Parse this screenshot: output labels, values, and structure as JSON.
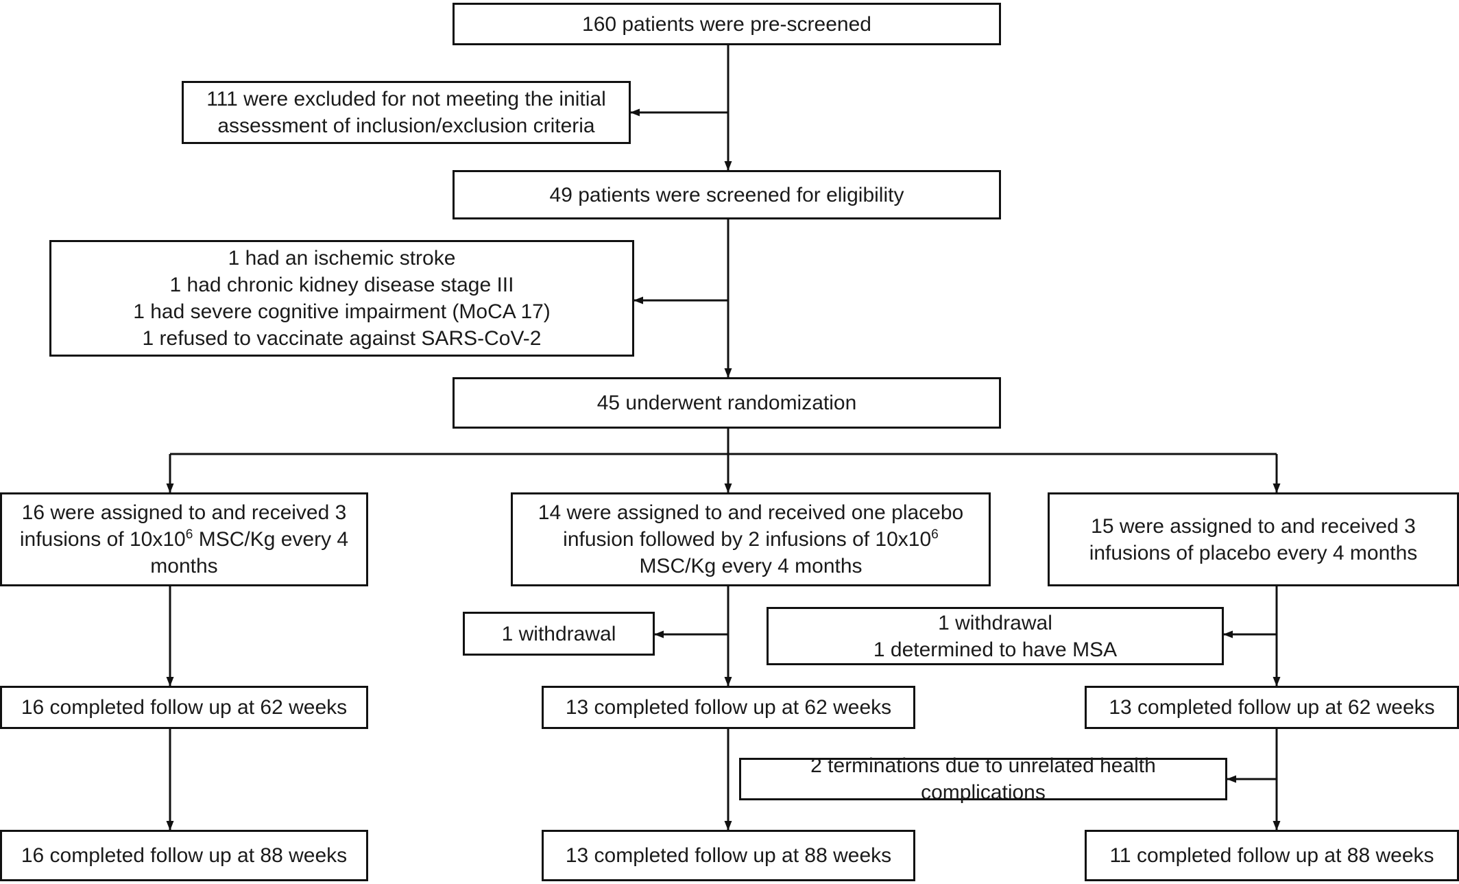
{
  "diagram": {
    "type": "flowchart",
    "title": "CONSORT patient flow diagram",
    "style": {
      "box_border": "#111111",
      "box_fill": "#ffffff",
      "text": "#1a1a1a",
      "line": "#111111"
    }
  },
  "nodes": {
    "prescreened": {
      "text": "160 patients were pre-screened"
    },
    "excluded_initial": {
      "lines": [
        "111 were excluded for not meeting the initial",
        "assessment of inclusion/exclusion criteria"
      ]
    },
    "screened": {
      "text": "49 patients were screened for eligibility"
    },
    "excluded_detail": {
      "lines": [
        "1 had an ischemic stroke",
        "1 had chronic kidney disease stage III",
        "1 had severe cognitive impairment (MoCA 17)",
        "1 refused to vaccinate against SARS-CoV-2"
      ]
    },
    "randomized": {
      "text": "45 underwent randomization"
    },
    "arm_left_assign": {
      "line1": "16 were assigned to and received 3",
      "line2_pre": "infusions of 10x10",
      "line2_sup": "6",
      "line2_post": " MSC/Kg every 4",
      "line3": "months"
    },
    "arm_mid_assign": {
      "line1": "14 were assigned to and received one placebo",
      "line2_pre": "infusion followed by 2 infusions of 10x10",
      "line2_sup": "6",
      "line2_post": "",
      "line3": "MSC/Kg every 4 months"
    },
    "arm_right_assign": {
      "lines": [
        "15 were assigned to and received 3",
        "infusions of placebo every 4 months"
      ]
    },
    "mid_withdrawal": {
      "text": "1 withdrawal"
    },
    "right_withdrawal": {
      "lines": [
        "1 withdrawal",
        "1 determined to have MSA"
      ]
    },
    "left_62": {
      "text": "16 completed follow up at 62 weeks"
    },
    "mid_62": {
      "text": "13 completed follow up at 62 weeks"
    },
    "right_62": {
      "text": "13 completed follow up at 62 weeks"
    },
    "terminations": {
      "text": "2 terminations due to unrelated health complications"
    },
    "left_88": {
      "text": "16 completed follow up at 88 weeks"
    },
    "mid_88": {
      "text": "13 completed follow up at 88 weeks"
    },
    "right_88": {
      "text": "11 completed follow up at 88 weeks"
    }
  },
  "chart_data": {
    "type": "flow",
    "title": "CONSORT patient flow diagram",
    "stages": [
      {
        "id": "prescreened",
        "label": "160 patients were pre-screened",
        "n": 160
      },
      {
        "id": "excluded_initial",
        "label": "111 were excluded for not meeting the initial assessment of inclusion/exclusion criteria",
        "n": 111
      },
      {
        "id": "screened",
        "label": "49 patients were screened for eligibility",
        "n": 49
      },
      {
        "id": "excluded_detail",
        "label": "1 had an ischemic stroke; 1 had chronic kidney disease stage III; 1 had severe cognitive impairment (MoCA 17); 1 refused to vaccinate against SARS-CoV-2",
        "n": 4
      },
      {
        "id": "randomized",
        "label": "45 underwent randomization",
        "n": 45
      },
      {
        "id": "arm_left_assign",
        "label": "16 were assigned to and received 3 infusions of 10x10^6 MSC/Kg every 4 months",
        "n": 16
      },
      {
        "id": "arm_mid_assign",
        "label": "14 were assigned to and received one placebo infusion followed by 2 infusions of 10x10^6 MSC/Kg every 4 months",
        "n": 14
      },
      {
        "id": "arm_right_assign",
        "label": "15 were assigned to and received 3 infusions of placebo every 4 months",
        "n": 15
      },
      {
        "id": "mid_withdrawal",
        "label": "1 withdrawal",
        "n": 1
      },
      {
        "id": "right_withdrawal",
        "label": "1 withdrawal; 1 determined to have MSA",
        "n": 2
      },
      {
        "id": "left_62",
        "label": "16 completed follow up at 62 weeks",
        "n": 16
      },
      {
        "id": "mid_62",
        "label": "13 completed follow up at 62 weeks",
        "n": 13
      },
      {
        "id": "right_62",
        "label": "13 completed follow up at 62 weeks",
        "n": 13
      },
      {
        "id": "terminations",
        "label": "2 terminations due to unrelated health complications",
        "n": 2
      },
      {
        "id": "left_88",
        "label": "16 completed follow up at 88 weeks",
        "n": 16
      },
      {
        "id": "mid_88",
        "label": "13 completed follow up at 88 weeks",
        "n": 13
      },
      {
        "id": "right_88",
        "label": "11 completed follow up at 88 weeks",
        "n": 11
      }
    ],
    "edges": [
      {
        "from": "prescreened",
        "to": "excluded_initial"
      },
      {
        "from": "prescreened",
        "to": "screened"
      },
      {
        "from": "screened",
        "to": "excluded_detail"
      },
      {
        "from": "screened",
        "to": "randomized"
      },
      {
        "from": "randomized",
        "to": "arm_left_assign"
      },
      {
        "from": "randomized",
        "to": "arm_mid_assign"
      },
      {
        "from": "randomized",
        "to": "arm_right_assign"
      },
      {
        "from": "arm_mid_assign",
        "to": "mid_withdrawal"
      },
      {
        "from": "arm_right_assign",
        "to": "right_withdrawal"
      },
      {
        "from": "arm_left_assign",
        "to": "left_62"
      },
      {
        "from": "arm_mid_assign",
        "to": "mid_62"
      },
      {
        "from": "arm_right_assign",
        "to": "right_62"
      },
      {
        "from": "right_62",
        "to": "terminations"
      },
      {
        "from": "left_62",
        "to": "left_88"
      },
      {
        "from": "mid_62",
        "to": "mid_88"
      },
      {
        "from": "right_62",
        "to": "right_88"
      }
    ]
  }
}
